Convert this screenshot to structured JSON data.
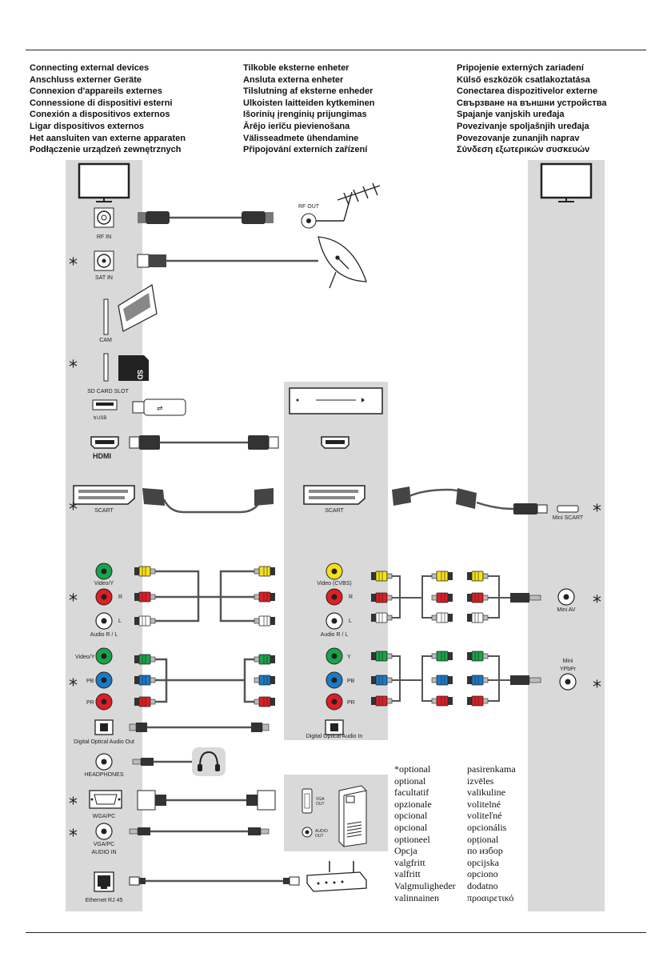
{
  "titles": {
    "col1": [
      "Connecting external devices",
      "Anschluss externer Geräte",
      "Connexion d'appareils externes",
      "Connessione di dispositivi esterni",
      "Conexión a dispositivos externos",
      "Ligar dispositivos externos",
      "Het aansluiten van externe apparaten",
      "Podłączenie urządzeń zewnętrznych"
    ],
    "col2": [
      "Tilkoble eksterne enheter",
      "Ansluta externa enheter",
      "Tilslutning af eksterne enheder",
      "Ulkoisten laitteiden kytkeminen",
      "Išorinių įrenginių prijungimas",
      "Ārējo ierīču pievienošana",
      "Välisseadmete ühendamine",
      "Připojování externích zařízení"
    ],
    "col3": [
      "Pripojenie externých zariadení",
      "Külső eszközök csatlakoztatása",
      "Conectarea dispozitivelor externe",
      "Свързване на външни устройства",
      "Spajanje vanjskih uređaja",
      "Povezivanje spoljašnjih uređaja",
      "Povezovanje zunanjih naprav",
      "Σύνδεση εξωτερικών συσκευών"
    ]
  },
  "ports": {
    "rf_in": "RF IN",
    "sat_in": "SAT IN",
    "cam": "CAM",
    "sd": "SD CARD SLOT",
    "sd_card": "SD",
    "scart": "SCART",
    "video_y": "Video/Y",
    "r": "R",
    "l": "L",
    "audio_rl": "Audio R / L",
    "video_y2": "Video/Y",
    "pb": "PB",
    "pr": "PR",
    "optical_out": "Digital Optical Audio Out",
    "headphones": "HEADPHONES",
    "wga": "WGA/PC",
    "vga_audio": "VGA/PC",
    "audio_in": "AUDIO IN",
    "ethernet": "Ethernet RJ 45",
    "rf_out": "RF OUT",
    "dev_scart": "SCART",
    "dev_video_cvbs": "Video (CVBS)",
    "dev_r": "R",
    "dev_l": "L",
    "dev_audio_rl": "Audio R / L",
    "dev_y": "Y",
    "dev_pb": "PB",
    "dev_pr": "PR",
    "dev_optical_in": "Digital Optical Audio In",
    "mini_scart": "Mini SCART",
    "mini_av": "Mini AV",
    "mini": "Mini",
    "ypbpr": "YPbPr",
    "pc_vga_out_1": "VGA",
    "pc_vga_out_2": "OUT",
    "pc_audio_out_1": "AUDIO",
    "pc_audio_out_2": "OUT"
  },
  "legend": {
    "col1": [
      "*optional",
      "optional",
      "facultatif",
      "opzionale",
      "opcional",
      "opcional",
      "optioneel",
      "Opcja",
      "valgfritt",
      "valfritt",
      "Valgmuligheder",
      "valinnainen"
    ],
    "col2": [
      "pasirenkama",
      "izvēles",
      "valikuline",
      "volitelné",
      "voliteľné",
      "opcionális",
      "opțional",
      "по избор",
      "opcijska",
      "opciono",
      "dodatno",
      "προαιρετικό"
    ]
  },
  "colors": {
    "panel": "#d9d9d9",
    "video_yellow": "#f5e11a",
    "red": "#e01e25",
    "green": "#1aa34a",
    "blue": "#1c7ac6",
    "cable": "#555555"
  }
}
